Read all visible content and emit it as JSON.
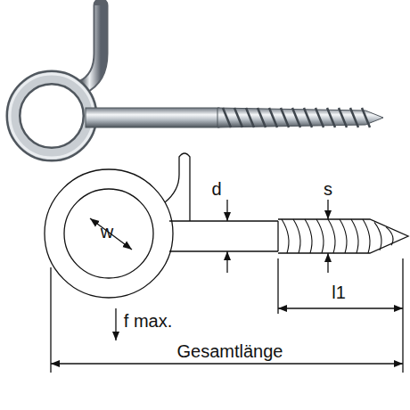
{
  "diagram": {
    "labels": [
      "w",
      "d",
      "s",
      "l1",
      "f max.",
      "Gesamtlänge"
    ]
  }
}
